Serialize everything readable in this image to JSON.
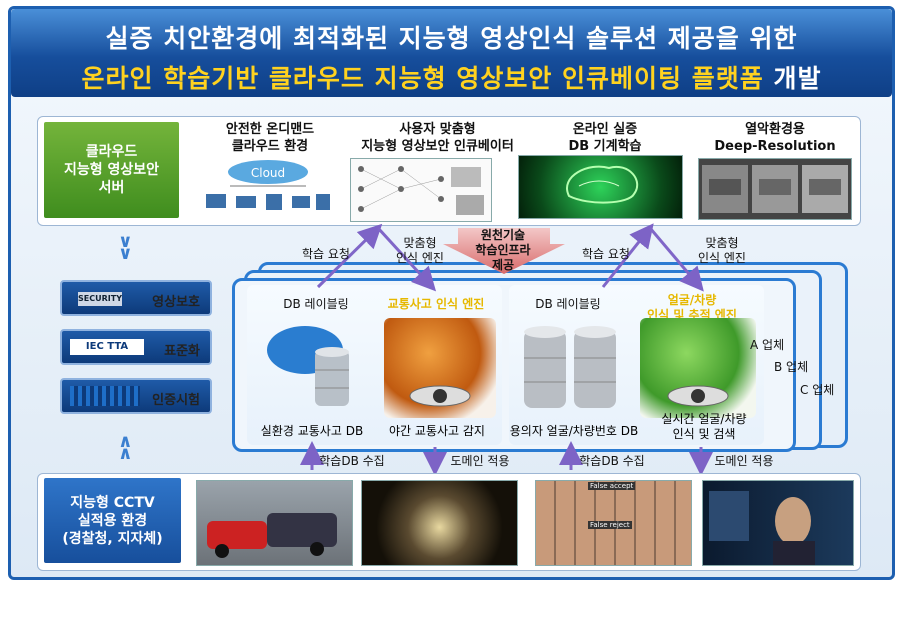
{
  "header": {
    "title_line1": "실증 치안환경에 최적화된 지능형 영상인식 솔루션 제공을 위한",
    "title_line2_highlight": "온라인 학습기반 클라우드 지능형 영상보안 인큐베이팅 플랫폼",
    "title_line2_tail": " 개발"
  },
  "top_row": {
    "server_box": "클라우드\n지능형 영상보안\n서버",
    "items": [
      {
        "label": "안전한 온디맨드\n클라우드 환경",
        "thumb_text": "Cloud"
      },
      {
        "label": "사용자 맞춤형\n지능형 영상보안 인큐베이터"
      },
      {
        "label": "온라인 실증\nDB 기계학습"
      },
      {
        "label": "열악환경용\nDeep-Resolution"
      }
    ]
  },
  "flow": {
    "learn_request_1": "학습 요청",
    "custom_engine_1": "맞춤형\n인식 엔진",
    "core_tech": "원천기술\n학습인프라\n제공",
    "learn_request_2": "학습 요청",
    "custom_engine_2": "맞춤형\n인식 엔진",
    "collect_1": "학습DB 수집",
    "domain_1": "도메인 적용",
    "collect_2": "학습DB 수집",
    "domain_2": "도메인 적용"
  },
  "platform": {
    "db_labeling_1": "DB 레이블링",
    "engine_1": "교통사고 인식 엔진",
    "db_labeling_2": "DB 레이블링",
    "engine_2": "얼굴/차량\n인식 및 추적 엔진",
    "caption_db1": "실환경 교통사고 DB",
    "caption_eng1": "야간 교통사고 감지",
    "caption_db2": "용의자 얼굴/차량번호 DB",
    "caption_eng2": "실시간 얼굴/차량\n인식 및 검색",
    "vendors": [
      "A 업체",
      "B 업체",
      "C 업체"
    ]
  },
  "sidebar": {
    "items": [
      {
        "badge": "SECURITY",
        "label": "영상보호"
      },
      {
        "badge": "IEC TTA",
        "label": "표준화"
      },
      {
        "badge": "",
        "label": "인증시험"
      }
    ]
  },
  "bottom_row": {
    "env_box": "지능형 CCTV\n실적용 환경\n(경찰청, 지자체)",
    "thumb_texts": [
      "False accept",
      "False reject"
    ]
  },
  "colors": {
    "header_blue": "#164e9c",
    "highlight_yellow": "#ffd21f",
    "green": "#4f9a26",
    "arrow_purple": "#8066c8"
  }
}
